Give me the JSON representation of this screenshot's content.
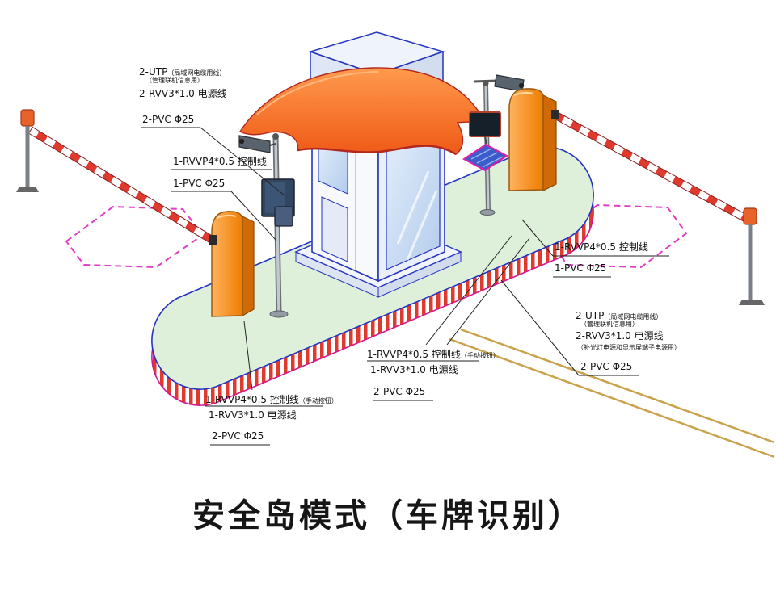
{
  "title": "安全岛模式（车牌识别）",
  "labels": {
    "top_left": {
      "line1_main": "2-UTP",
      "line1_small": "（局域网电缆用线）",
      "line2_small": "（管理联机信息用）",
      "line3": "2-RVV3*1.0 电源线",
      "line4": "2-PVC Φ25"
    },
    "left_mid": {
      "line1": "1-RVVP4*0.5 控制线",
      "line2": "1-PVC Φ25"
    },
    "left_bottom": {
      "line1_main": "1-RVVP4*0.5 控制线",
      "line1_small": "（手动按钮）",
      "line2": "1-RVV3*1.0 电源线",
      "line3": "2-PVC Φ25"
    },
    "center_bottom": {
      "line1_main": "1-RVVP4*0.5 控制线",
      "line1_small": "（手动按钮）",
      "line2": "1-RVV3*1.0 电源线",
      "line3": "2-PVC Φ25"
    },
    "right_mid": {
      "line1": "1-RVVP4*0.5 控制线",
      "line2": "1-PVC Φ25"
    },
    "right_bottom": {
      "line1_main": "2-UTP",
      "line1_small": "（局域网电缆用线）",
      "line2_small": "（管理联机信息用）",
      "line3": "2-RVV3*1.0 电源线",
      "line4_small": "（补光灯电源和显示屏端子电源用）",
      "line5": "2-PVC Φ25"
    }
  },
  "colors": {
    "outline_blue": "#2535c0",
    "island_green": "#def0da",
    "stripe_red": "#e03a2f",
    "roof_orange": "#f4762a",
    "machine_orange": "#f59a3a",
    "loop_magenta": "#e23bc7",
    "band_magenta": "#d6188e",
    "road_line_yellow": "#c9a24b"
  }
}
